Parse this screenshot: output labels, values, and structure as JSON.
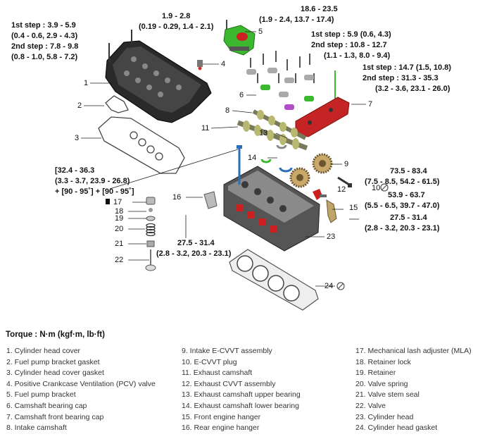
{
  "torque_specs": {
    "cover_bolts": [
      "1st step : 3.9 - 5.9",
      "(0.4 - 0.6, 2.9 - 4.3)",
      "2nd step : 7.8 - 9.8",
      "(0.8 - 1.0, 5.8 - 7.2)"
    ],
    "pcv_valve": [
      "1.9 - 2.8",
      "(0.19 - 0.29, 1.4 - 2.1)"
    ],
    "pump_bracket": [
      "18.6 - 23.5",
      "(1.9 - 2.4, 13.7 - 17.4)"
    ],
    "cap_bolts": [
      "1st step : 5.9 (0.6, 4.3)",
      "2nd step : 10.8 - 12.7",
      "(1.1 - 1.3, 8.0 - 9.4)"
    ],
    "front_cap_bolts": [
      "1st step : 14.7 (1.5, 10.8)",
      "2nd step : 31.3 - 35.3",
      "(3.2 - 3.6, 23.1 - 26.0)"
    ],
    "head_bolts": [
      "[32.4 - 36.3",
      "(3.3 - 3.7, 23.9 - 26.8)",
      "+ [90 - 95˚] + [90 - 95˚]"
    ],
    "cvvt_bolt": [
      "73.5 - 83.4",
      "(7.5 - 8.5, 54.2 - 61.5)"
    ],
    "cvvt_plug": [
      "53.9 - 63.7",
      "(5.5 - 6.5, 39.7 - 47.0)"
    ],
    "front_hanger": [
      "27.5 - 31.4",
      "(2.8 - 3.2, 20.3 - 23.1)"
    ],
    "rear_hanger": [
      "27.5 - 31.4",
      "(2.8 - 3.2, 20.3 - 23.1)"
    ]
  },
  "callouts": [
    "1",
    "2",
    "3",
    "4",
    "5",
    "6",
    "7",
    "8",
    "9",
    "10",
    "11",
    "12",
    "13",
    "14",
    "15",
    "16",
    "17",
    "18",
    "19",
    "20",
    "21",
    "22",
    "23",
    "24"
  ],
  "legend_title": "Torque : N·m (kgf·m, lb·ft)",
  "legend": {
    "col1": [
      "1. Cylinder head cover",
      "2. Fuel pump bracket gasket",
      "3. Cylinder head cover gasket",
      "4. Positive Crankcase Ventilation (PCV) valve",
      "5. Fuel pump bracket",
      "6. Camshaft bearing cap",
      "7. Camshaft front bearing cap",
      "8. Intake camshaft"
    ],
    "col2": [
      "9. Intake E-CVVT assembly",
      "10. E-CVVT plug",
      "11. Exhaust camshaft",
      "12. Exhaust CVVT assembly",
      "13. Exhaust camshaft upper bearing",
      "14. Exhaust camshaft lower bearing",
      "15. Front engine hanger",
      "16. Rear engine hanger"
    ],
    "col3": [
      "17. Mechanical lash adjuster (MLA)",
      "18. Retainer lock",
      "19. Retainer",
      "20. Valve spring",
      "21. Valve stem seal",
      "22. Valve",
      "23. Cylinder head",
      "24. Cylinder head gasket"
    ]
  },
  "colors": {
    "accent_green": "#3cb82e",
    "accent_red": "#cc2020",
    "accent_magenta": "#b050c8",
    "accent_blue": "#2c6fb8"
  }
}
